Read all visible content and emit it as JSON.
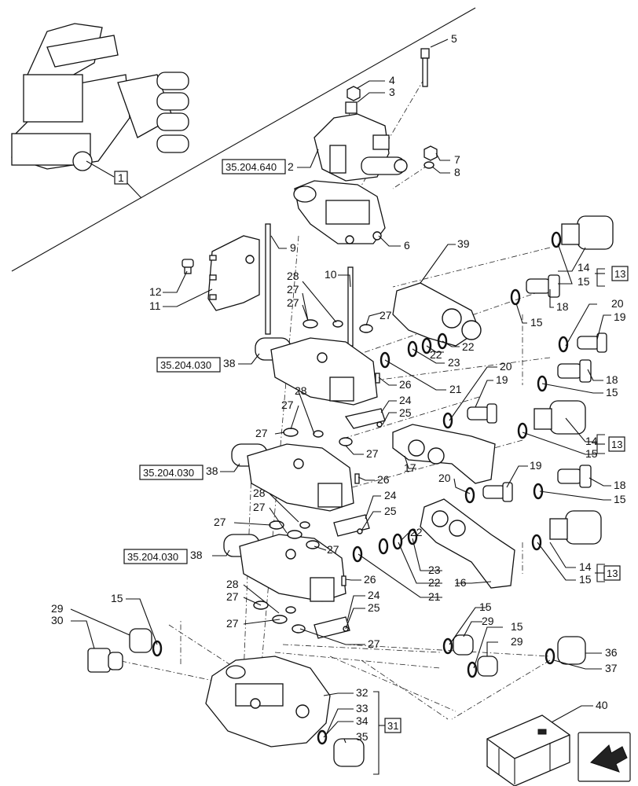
{
  "callouts": {
    "n1": "1",
    "n2": "2",
    "n3": "3",
    "n4": "4",
    "n5": "5",
    "n6": "6",
    "n7": "7",
    "n8": "8",
    "n9": "9",
    "n10": "10",
    "n11": "11",
    "n12": "12",
    "n13": "13",
    "n14": "14",
    "n15": "15",
    "n16": "16",
    "n17": "17",
    "n18": "18",
    "n19": "19",
    "n20": "20",
    "n21": "21",
    "n22": "22",
    "n23": "23",
    "n24": "24",
    "n25": "25",
    "n26": "26",
    "n27": "27",
    "n28": "28",
    "n29": "29",
    "n30": "30",
    "n31": "31",
    "n32": "32",
    "n33": "33",
    "n34": "34",
    "n35": "35",
    "n36": "36",
    "n37": "37",
    "n38": "38",
    "n39": "39",
    "n40": "40"
  },
  "references": {
    "r_640": "35.204.640",
    "r_030": "35.204.030"
  }
}
